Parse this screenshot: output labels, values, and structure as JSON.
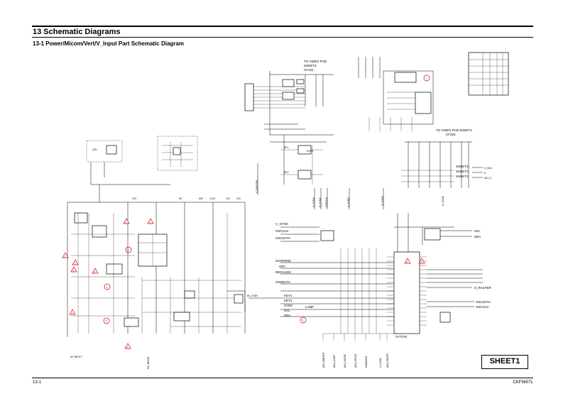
{
  "header": {
    "chapter_title": "13 Schematic Diagrams",
    "section_title": "13-1 Power/Micom/Vert/V_Input Part Schematic Diagram"
  },
  "footer": {
    "page_number": "13-1",
    "model": "CKF5607L"
  },
  "sheet_label": "SHEET1",
  "colors": {
    "line": "#000000",
    "warning": "#d00000",
    "background": "#ffffff"
  },
  "schematic": {
    "offpage_video_top": [
      "TO VIDEO PCB",
      "SHEET3",
      "CF102"
    ],
    "offpage_video_right": [
      "TO VIDEO PCB SHEET3",
      "CF202"
    ],
    "offpage_sheet_right": [
      "SHEET3",
      "SHEET3",
      "SHEET3"
    ],
    "micom_left_signals": [
      "V_SYNC",
      "OSCCLK",
      "OSCDATA",
      "SUSPEND",
      "OFF",
      "DEGAUSS",
      "OSDDATA",
      "KEY1",
      "KEY2",
      "SYNC",
      "SCL",
      "SDA",
      "LAMP"
    ],
    "micom_right_signals": [
      "SCL",
      "SDA",
      "V_SYNC",
      "H_SYNC",
      "S_RASTER",
      "OSCDATA",
      "OSCCLK"
    ],
    "micom_bottom_signals": [
      "ADJ_BRIGHT",
      "ADJ_CONT",
      "ADJ_HSIZE",
      "ADJ_HPOSI",
      "OSDDATA",
      "V_SYNC",
      "ADJ_RESET"
    ],
    "right_outputs": [
      "H_BLK",
      "D",
      "ADJ_T"
    ],
    "micom_chip_label": "ST72T5",
    "power_rails": [
      "12V",
      "5V",
      "80V",
      "6.3V",
      "12V",
      "12V"
    ],
    "misc_labels": [
      "S_RASTER",
      "V_SYNC",
      "H_SYNC",
      "OSCCLK",
      "HV_DRIVE",
      "AC INPUT",
      "5V_STBY"
    ],
    "reference_markers": [
      "1",
      "2",
      "3",
      "4",
      "5"
    ],
    "warning_marks": [
      "!",
      "!",
      "!",
      "!",
      "!",
      "!",
      "!",
      "!",
      "!",
      "!"
    ]
  }
}
